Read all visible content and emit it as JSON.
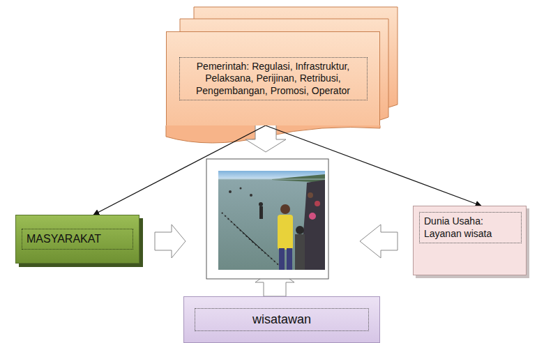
{
  "diagram": {
    "nodes": [
      {
        "text": [
          "Pemerintah: Regulasi, Infrastruktur, Pelaksana, Perijinan, Retribusi, Pengembangan, Promosi, Operator"
        ]
      },
      {
        "text": [
          "MASYARAKAT"
        ]
      },
      {
        "text": [
          "Dunia Usaha: Layanan wisata"
        ]
      },
      {
        "text": [
          "wisatawan"
        ]
      }
    ],
    "edges": [
      {
        "from": 0,
        "to": 1,
        "arrow": "to"
      },
      {
        "from": 0,
        "to": 2,
        "arrow": "to"
      }
    ]
  }
}
